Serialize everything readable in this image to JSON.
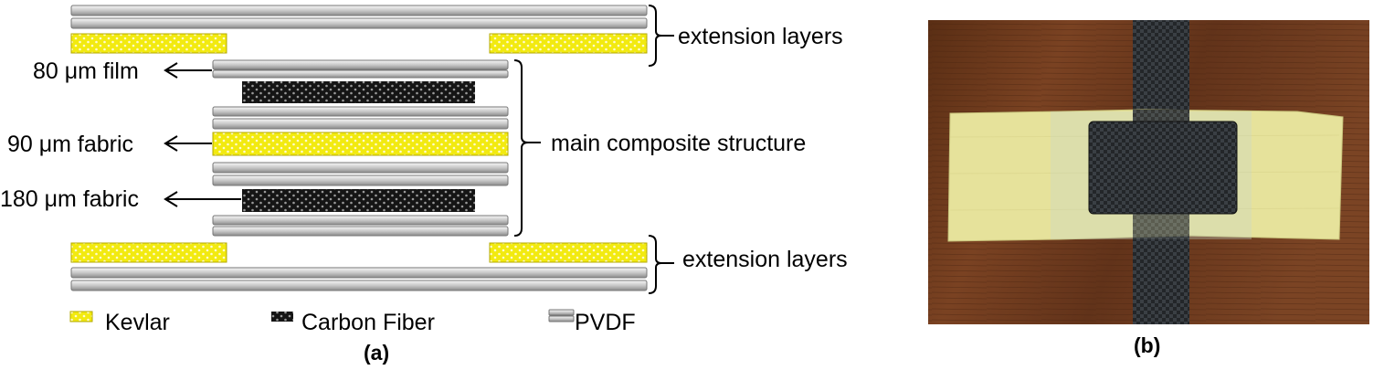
{
  "diagram": {
    "panel_a": {
      "caption": "(a)",
      "layer_labels": {
        "film": "80 μm film",
        "fabric_90": "90 μm fabric",
        "fabric_180": "180 μm fabric"
      },
      "group_labels": {
        "top_extension": "extension layers",
        "main": "main composite structure",
        "bottom_extension": "extension layers"
      },
      "legend": {
        "kevlar": "Kevlar",
        "carbon": "Carbon Fiber",
        "pvdf": "PVDF"
      }
    },
    "panel_b": {
      "caption": "(b)",
      "photo_subject": "fabricated composite specimen"
    },
    "colors": {
      "kevlar": "#f5ee1e",
      "carbon": "#1c1c1c",
      "pvdf": "#c9c9c9",
      "wood": "#6b3a1e",
      "kevlar_fabric": "#e9e49a"
    }
  }
}
